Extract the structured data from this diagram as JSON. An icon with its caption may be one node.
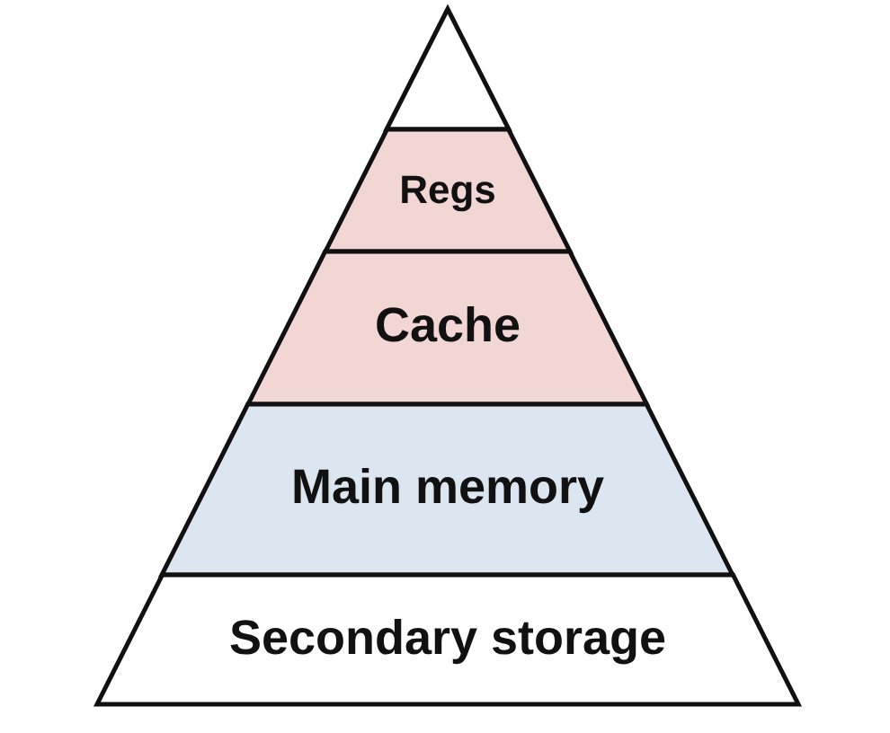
{
  "diagram": {
    "nodes": [
      {
        "text": [
          "Regs"
        ]
      },
      {
        "text": [
          "Cache"
        ]
      },
      {
        "text": [
          "Main memory"
        ]
      },
      {
        "text": [
          "Secondary storage"
        ]
      }
    ],
    "edges": []
  }
}
